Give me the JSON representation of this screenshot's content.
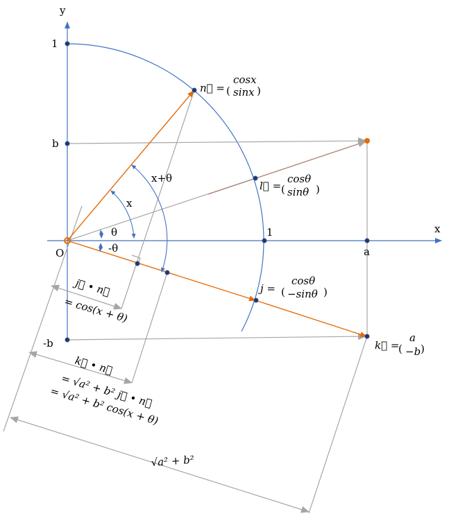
{
  "colors": {
    "axis": "#4472c4",
    "orange": "#e46c0a",
    "gray": "#a6a6a6",
    "brown": "#b08a78",
    "dot": "#1f3864"
  },
  "labels": {
    "y": "y",
    "x": "x",
    "one_y": "1",
    "b": "b",
    "minus_b": "-b",
    "origin": "O",
    "one_x": "1",
    "a": "a",
    "angle_x": "x",
    "angle_x_theta": "x+θ",
    "theta": "θ",
    "minus_theta": "-θ",
    "n_lhs": "n⃗ =",
    "n_top": "cosx",
    "n_bot": "sinx",
    "l_lhs": "l⃗ =",
    "l_top": "cosθ",
    "l_bot": "sinθ",
    "j_lhs": "j =",
    "j_top": "cosθ",
    "j_bot": "−sinθ",
    "k_lhs": "k⃗ =",
    "k_top": "a",
    "k_bot": "−b",
    "jn_1": "j⃗ • n⃗",
    "jn_2": "= cos(x + θ)",
    "kn_1": "k⃗ • n⃗",
    "kn_2": "= √a² + b²  j⃗ • n⃗",
    "kn_3": "= √a² + b² cos(x + θ)",
    "len": "√a² + b²"
  }
}
